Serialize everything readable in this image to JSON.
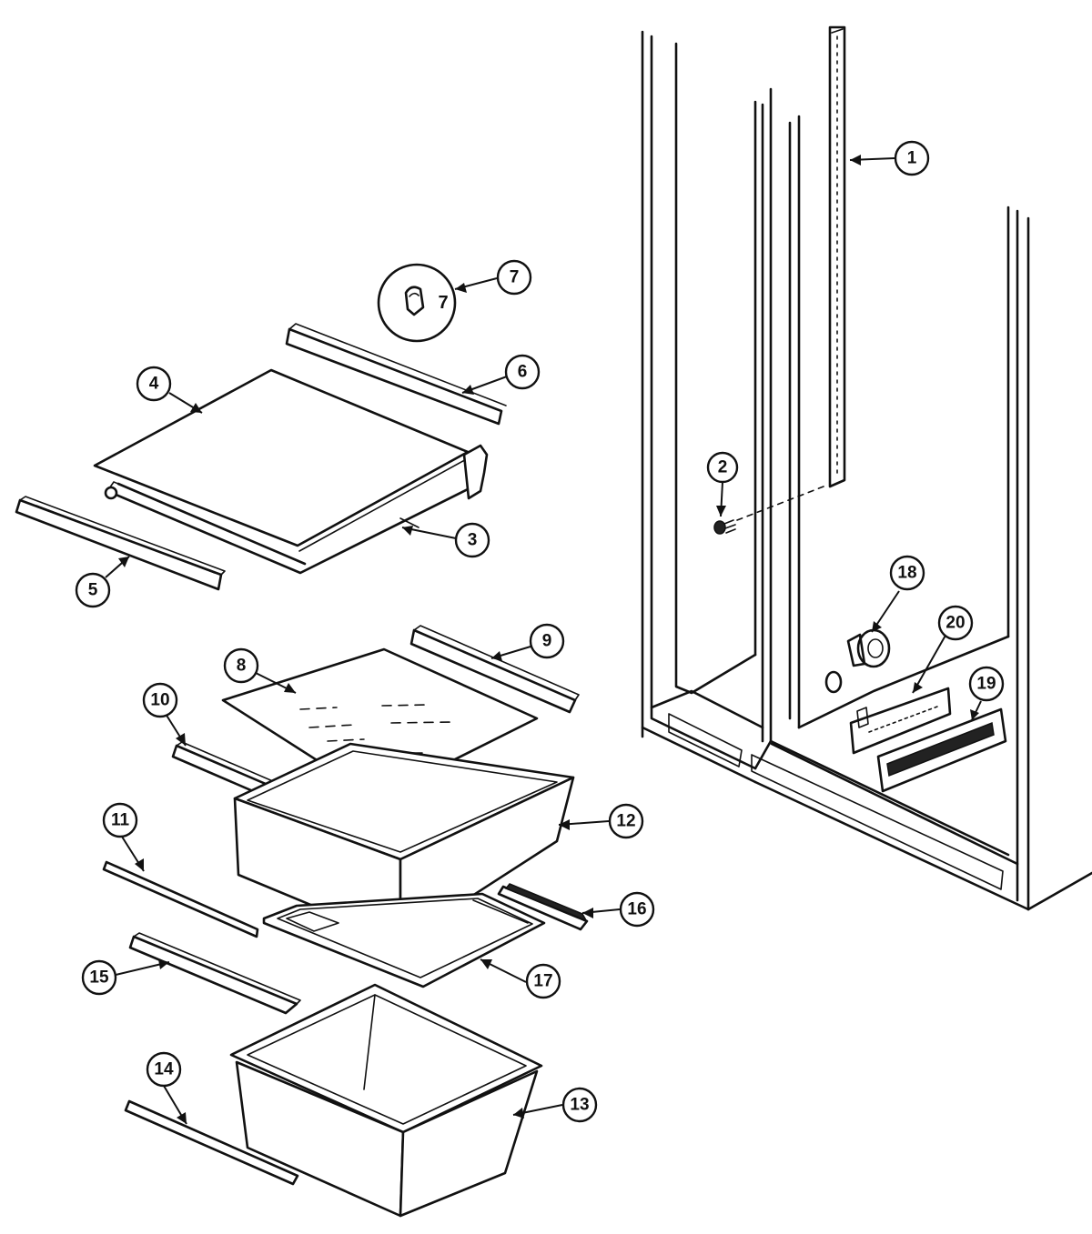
{
  "callouts": {
    "c1": "1",
    "c2": "2",
    "c3": "3",
    "c4": "4",
    "c5": "5",
    "c6": "6",
    "c7": "7",
    "c7_detail": "7",
    "c8": "8",
    "c9": "9",
    "c10": "10",
    "c11": "11",
    "c12": "12",
    "c13": "13",
    "c14": "14",
    "c15": "15",
    "c16": "16",
    "c17": "17",
    "c18": "18",
    "c19": "19",
    "c20": "20"
  },
  "colors": {
    "line": "#111111",
    "background": "#ffffff"
  }
}
